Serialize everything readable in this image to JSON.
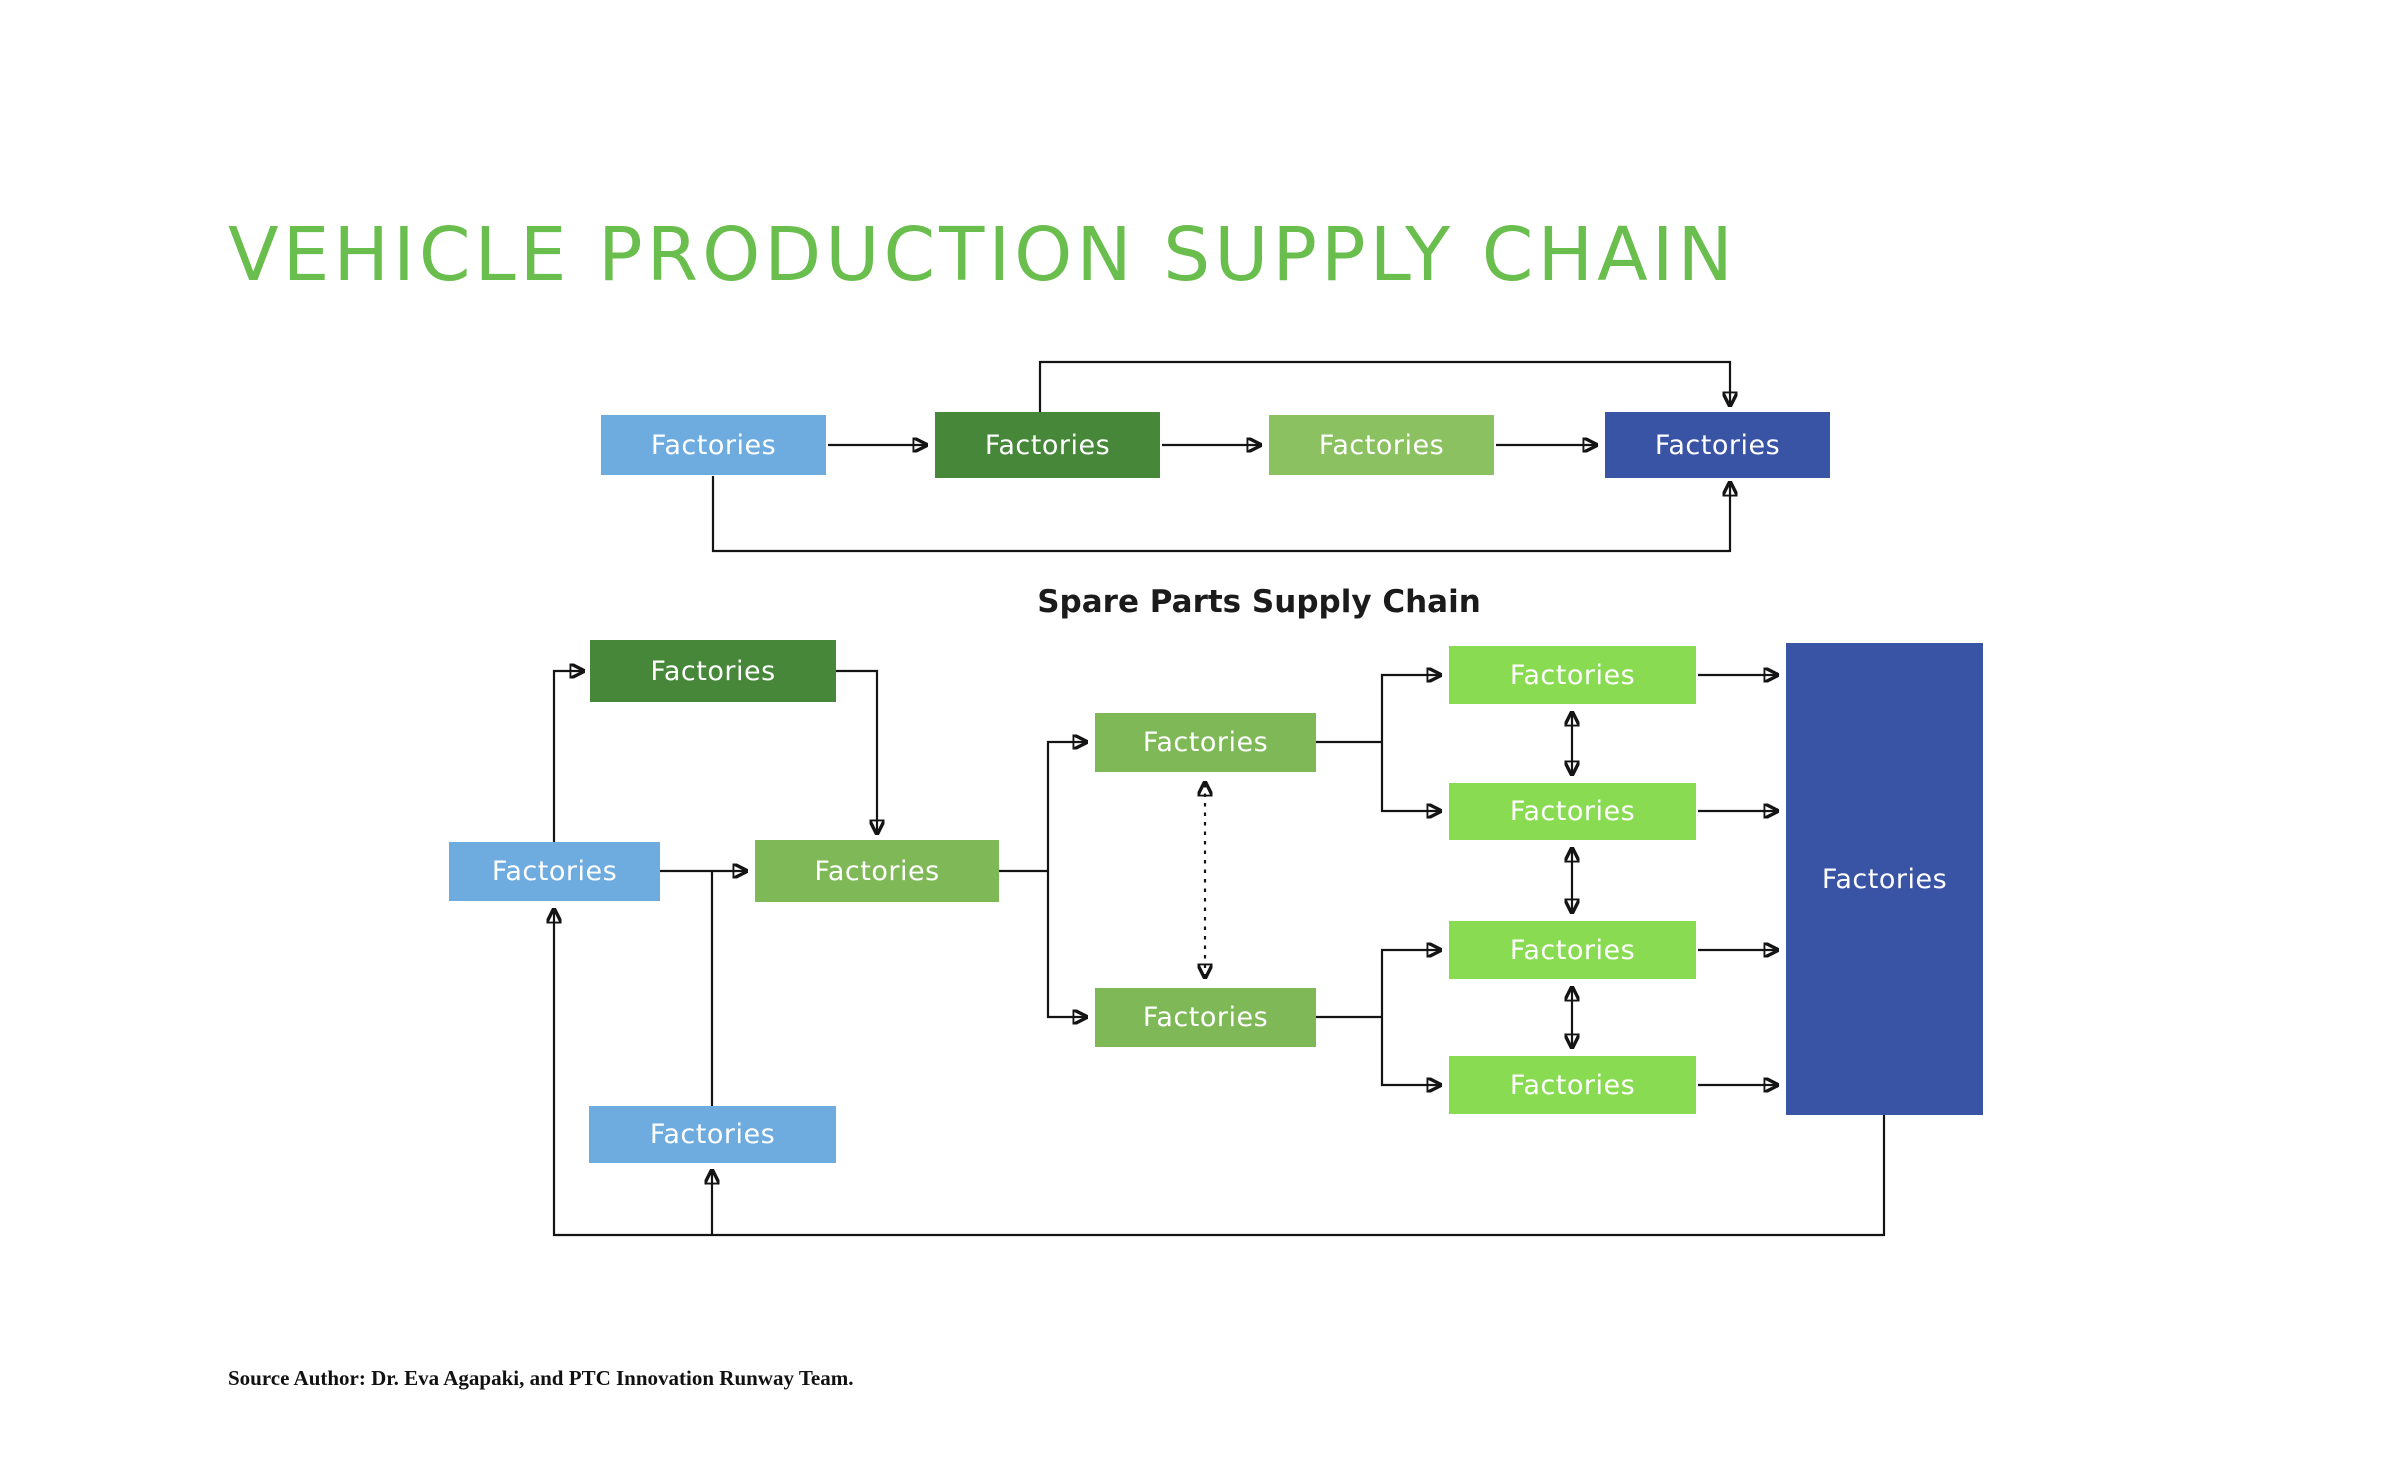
{
  "title": "VEHICLE PRODUCTION SUPPLY CHAIN",
  "top_chain": {
    "boxes": [
      {
        "id": "chain-1",
        "label": "Factories",
        "color": "#6EACDF"
      },
      {
        "id": "chain-2",
        "label": "Factories",
        "color": "#47873A"
      },
      {
        "id": "chain-3",
        "label": "Factories",
        "color": "#8BC161"
      },
      {
        "id": "chain-4",
        "label": "Factories",
        "color": "#3A54A5"
      }
    ]
  },
  "spare_parts_chain": {
    "heading": "Spare Parts Supply Chain",
    "boxes": {
      "top_supplier": {
        "label": "Factories",
        "color": "#47873A"
      },
      "left_source": {
        "label": "Factories",
        "color": "#6EACDF"
      },
      "central_hub": {
        "label": "Factories",
        "color": "#7FB957"
      },
      "upper_distributor": {
        "label": "Factories",
        "color": "#7FB957"
      },
      "lower_distributor": {
        "label": "Factories",
        "color": "#7FB957"
      },
      "regional_1": {
        "label": "Factories",
        "color": "#89DC51"
      },
      "regional_2": {
        "label": "Factories",
        "color": "#89DC51"
      },
      "regional_3": {
        "label": "Factories",
        "color": "#89DC51"
      },
      "regional_4": {
        "label": "Factories",
        "color": "#89DC51"
      },
      "final_assembly": {
        "label": "Factories",
        "color": "#3A54A5"
      },
      "bottom_source": {
        "label": "Factories",
        "color": "#6EACDF"
      }
    }
  },
  "source_note": "Source Author: Dr. Eva Agapaki, and PTC Innovation Runway Team.",
  "colors": {
    "title_green": "#69BE4D",
    "light_blue": "#6EACDF",
    "dark_green": "#47873A",
    "medium_green": "#7FB957",
    "top_row_green": "#8BC161",
    "bright_green": "#89DC51",
    "dark_blue": "#3A54A5",
    "connector_line": "#141414",
    "background": "#FFFFFF"
  }
}
